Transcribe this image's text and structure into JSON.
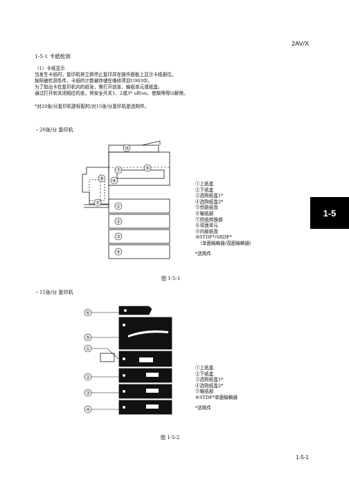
{
  "header": {
    "model": "2AV/X"
  },
  "section": {
    "title": "1-5-1 卡纸检测",
    "subtitle": "（1）卡纸显示",
    "paragraphs": [
      "当发生卡纸时，复印机将立即停止复印并在操作面板上显示卡纸部位。",
      "按照被检测条件，卡纸的计数被存储在维修项目U903中。",
      "为了取出卡在复印机内的纸张，需打开前盖、输纸单元或纸盒。",
      "通过打开和关闭相应的盖，将安全开关1、2或3* off/on，使故障得以解除。"
    ],
    "note": "*对20张/分复印机是标配的/对15张/分复印机是选购件。"
  },
  "figure1": {
    "heading": "・20张/分 复印机",
    "caption": "图 1-5-1",
    "legend": [
      "①上纸盒",
      "②下纸盒",
      "③选购纸盒1*",
      "④选购纸盒2*",
      "⑤旁路纸盘",
      "⑥输纸部",
      "⑦供纸转换部",
      "⑧双面单元",
      "⑨内部纸盘",
      "⑩STDF*/SRDF*",
      "　（单面输稿器/双面输稿器）"
    ],
    "note": "*选购件",
    "callouts": [
      "①",
      "②",
      "③",
      "④",
      "⑤",
      "⑥",
      "⑦",
      "⑧",
      "⑨",
      "⑩"
    ]
  },
  "figure2": {
    "heading": "・15张/分 复印机",
    "caption": "图 1-5-2",
    "legend": [
      "①上纸盒",
      "②下纸盒",
      "③选购纸盒1*",
      "④选购纸盒2*",
      "⑤输纸部",
      "⑥STDF*单面输稿器"
    ],
    "note": "*选购件",
    "callouts": [
      "①",
      "②",
      "③",
      "④",
      "⑤",
      "⑥"
    ]
  },
  "side_tab": "1-5",
  "footer": {
    "page": "1-5-1"
  }
}
